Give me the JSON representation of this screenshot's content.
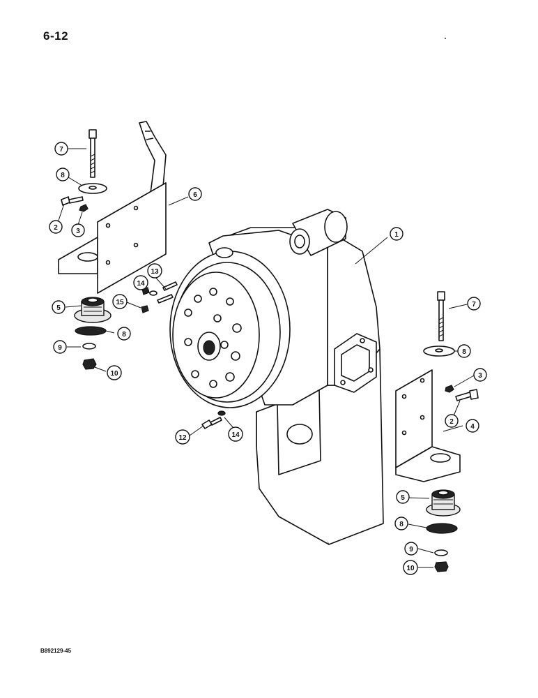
{
  "page": {
    "number": "6-12",
    "figure_code": "B892129-45"
  },
  "callouts": [
    {
      "id": "c1",
      "label": "1"
    },
    {
      "id": "c2a",
      "label": "2"
    },
    {
      "id": "c2b",
      "label": "2"
    },
    {
      "id": "c3a",
      "label": "3"
    },
    {
      "id": "c3b",
      "label": "3"
    },
    {
      "id": "c4",
      "label": "4"
    },
    {
      "id": "c5a",
      "label": "5"
    },
    {
      "id": "c5b",
      "label": "5"
    },
    {
      "id": "c6",
      "label": "6"
    },
    {
      "id": "c7a",
      "label": "7"
    },
    {
      "id": "c7b",
      "label": "7"
    },
    {
      "id": "c8a",
      "label": "8"
    },
    {
      "id": "c8b",
      "label": "8"
    },
    {
      "id": "c8c",
      "label": "8"
    },
    {
      "id": "c8d",
      "label": "8"
    },
    {
      "id": "c9a",
      "label": "9"
    },
    {
      "id": "c9b",
      "label": "9"
    },
    {
      "id": "c10a",
      "label": "10"
    },
    {
      "id": "c10b",
      "label": "10"
    },
    {
      "id": "c12",
      "label": "12"
    },
    {
      "id": "c13",
      "label": "13"
    },
    {
      "id": "c14a",
      "label": "14"
    },
    {
      "id": "c14b",
      "label": "14"
    },
    {
      "id": "c15",
      "label": "15"
    }
  ]
}
